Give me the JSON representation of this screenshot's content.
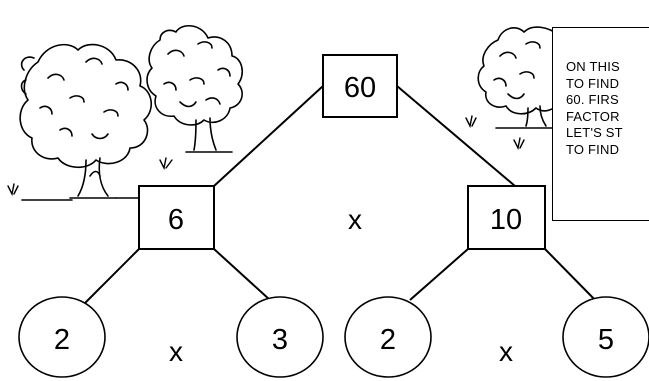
{
  "tree": {
    "root": "60",
    "level1": {
      "left": "6",
      "right": "10",
      "operator": "x"
    },
    "level2": {
      "left": [
        "2",
        "3"
      ],
      "right": [
        "2",
        "5"
      ],
      "operator": "x"
    }
  },
  "note": {
    "lines": [
      "ON THIS",
      "TO FIND",
      "60. FIRS",
      "FACTOR",
      "LET'S ST",
      "TO FIND"
    ]
  },
  "illustration": {
    "trees": [
      "tree-icon",
      "tree-icon",
      "tree-icon"
    ],
    "grass": [
      "grass-tuft-icon",
      "grass-tuft-icon",
      "grass-tuft-icon",
      "grass-tuft-icon"
    ]
  },
  "colors": {
    "stroke": "#000000",
    "background": "#ffffff"
  }
}
